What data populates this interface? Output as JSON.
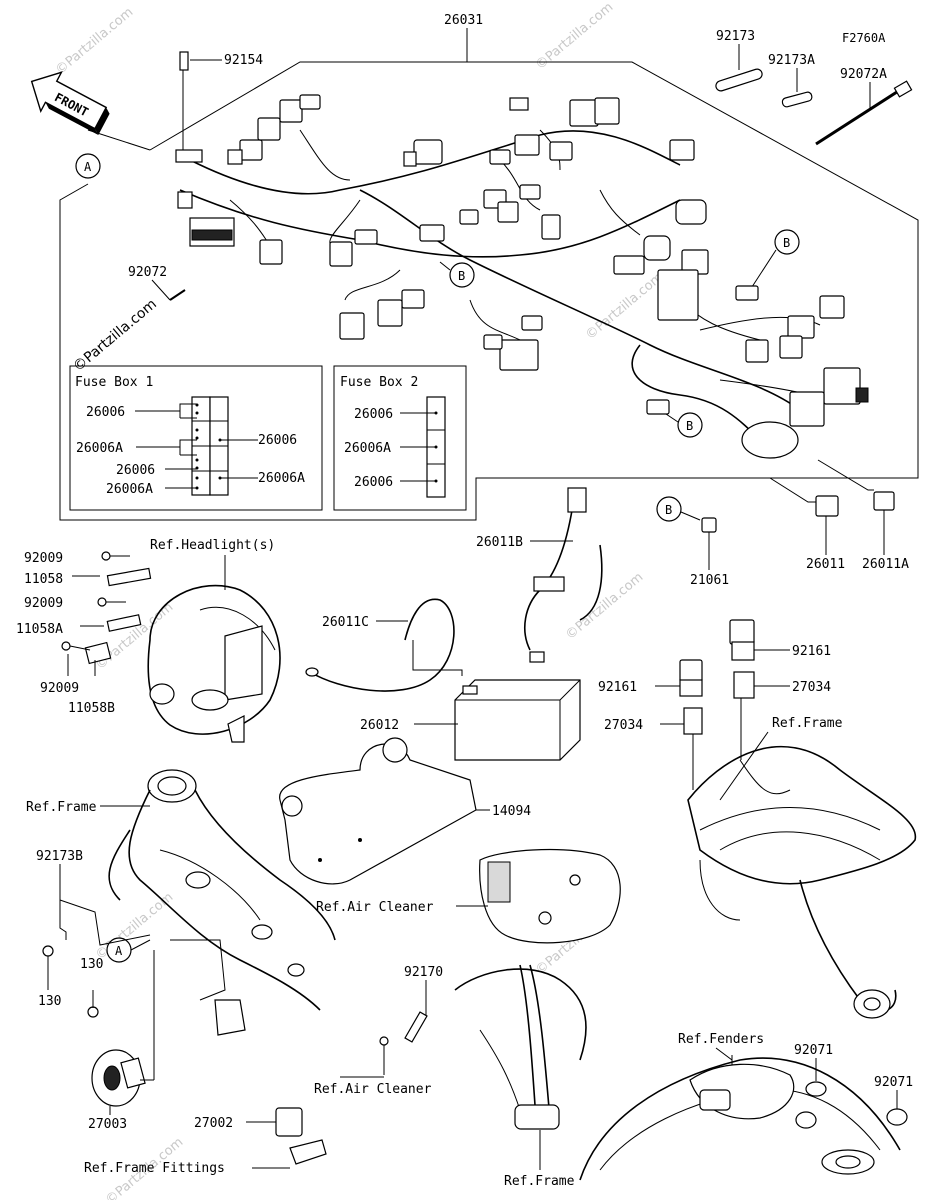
{
  "diagram_code": "F2760A",
  "watermark_main": "©Partzilla.com",
  "watermark_faint": "©Partzilla.com",
  "front_arrow": "FRONT",
  "callouts": {
    "a": "A",
    "b": "B"
  },
  "fuse_box_1": {
    "title": "Fuse Box 1",
    "left_labels": [
      "26006",
      "26006A",
      "26006",
      "26006A"
    ],
    "right_labels": [
      "26006",
      "26006A"
    ]
  },
  "fuse_box_2": {
    "title": "Fuse Box 2",
    "labels": [
      "26006",
      "26006A",
      "26006"
    ]
  },
  "parts": [
    "26031",
    "92154",
    "92173",
    "92173A",
    "92072A",
    "92072",
    "26011B",
    "26011C",
    "26012",
    "26011",
    "26011A",
    "21061",
    "92009",
    "11058",
    "92009",
    "11058A",
    "92009",
    "11058B",
    "92161",
    "92161",
    "27034",
    "27034",
    "14094",
    "92173B",
    "130",
    "130",
    "27003",
    "92170",
    "27002",
    "92071",
    "92071"
  ],
  "references": [
    "Ref.Headlight(s)",
    "Ref.Frame",
    "Ref.Frame",
    "Ref.Air Cleaner",
    "Ref.Air Cleaner",
    "Ref.Fenders",
    "Ref.Frame Fittings",
    "Ref.Frame"
  ]
}
